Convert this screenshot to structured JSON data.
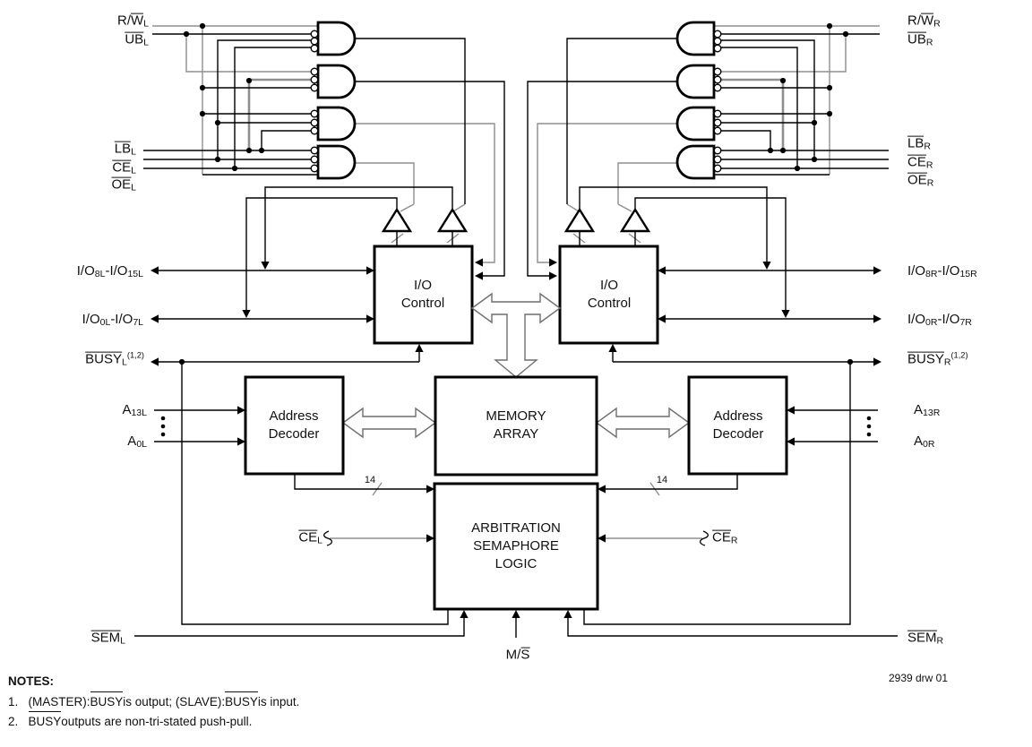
{
  "colors": {
    "line": "#000000",
    "gray_line": "#8f8f8f",
    "hollow_arrow_outline": "#6e6e6e",
    "background": "#ffffff"
  },
  "blocks": {
    "io_control_left": [
      "I/O",
      "Control"
    ],
    "io_control_right": [
      "I/O",
      "Control"
    ],
    "memory_array": [
      "MEMORY",
      "ARRAY"
    ],
    "address_decoder_left": [
      "Address",
      "Decoder"
    ],
    "address_decoder_right": [
      "Address",
      "Decoder"
    ],
    "arbitration": [
      "ARBITRATION",
      "SEMAPHORE",
      "LOGIC"
    ]
  },
  "pins": {
    "rw_l": [
      [
        "R/",
        "n"
      ],
      [
        "W",
        "o"
      ],
      [
        "L",
        "s"
      ]
    ],
    "ub_l": [
      [
        "UB",
        "o"
      ],
      [
        "L",
        "s"
      ]
    ],
    "lb_l": [
      [
        "LB",
        "o"
      ],
      [
        "L",
        "s"
      ]
    ],
    "ce_l": [
      [
        "CE",
        "o"
      ],
      [
        "L",
        "s"
      ]
    ],
    "oe_l": [
      [
        "OE",
        "o"
      ],
      [
        "L",
        "s"
      ]
    ],
    "io_hi_l": [
      [
        "I/O",
        "n"
      ],
      [
        "8L",
        "s"
      ],
      [
        "-I/O",
        "n"
      ],
      [
        "15L",
        "s"
      ]
    ],
    "io_lo_l": [
      [
        "I/O",
        "n"
      ],
      [
        "0L",
        "s"
      ],
      [
        "-I/O",
        "n"
      ],
      [
        "7L",
        "s"
      ]
    ],
    "busy_l": [
      [
        "BUSY",
        "o"
      ],
      [
        "L",
        "s"
      ],
      [
        "(1,2)",
        "p"
      ]
    ],
    "a13_l": [
      [
        "A",
        "n"
      ],
      [
        "13L",
        "s"
      ]
    ],
    "a0_l": [
      [
        "A",
        "n"
      ],
      [
        "0L",
        "s"
      ]
    ],
    "ce_arb_l": [
      [
        "CE",
        "o"
      ],
      [
        "L",
        "s"
      ]
    ],
    "sem_l": [
      [
        "SEM",
        "o"
      ],
      [
        "L",
        "s"
      ]
    ],
    "rw_r": [
      [
        "R/",
        "n"
      ],
      [
        "W",
        "o"
      ],
      [
        "R",
        "s"
      ]
    ],
    "ub_r": [
      [
        "UB",
        "o"
      ],
      [
        "R",
        "s"
      ]
    ],
    "lb_r": [
      [
        "LB",
        "o"
      ],
      [
        "R",
        "s"
      ]
    ],
    "ce_r": [
      [
        "CE",
        "o"
      ],
      [
        "R",
        "s"
      ]
    ],
    "oe_r": [
      [
        "OE",
        "o"
      ],
      [
        "R",
        "s"
      ]
    ],
    "io_hi_r": [
      [
        "I/O",
        "n"
      ],
      [
        "8R",
        "s"
      ],
      [
        "-I/O",
        "n"
      ],
      [
        "15R",
        "s"
      ]
    ],
    "io_lo_r": [
      [
        "I/O",
        "n"
      ],
      [
        "0R",
        "s"
      ],
      [
        "-I/O",
        "n"
      ],
      [
        "7R",
        "s"
      ]
    ],
    "busy_r": [
      [
        "BUSY",
        "o"
      ],
      [
        "R",
        "s"
      ],
      [
        "(1,2)",
        "p"
      ]
    ],
    "a13_r": [
      [
        "A",
        "n"
      ],
      [
        "13R",
        "s"
      ]
    ],
    "a0_r": [
      [
        "A",
        "n"
      ],
      [
        "0R",
        "s"
      ]
    ],
    "ce_arb_r": [
      [
        "CE",
        "o"
      ],
      [
        "R",
        "s"
      ]
    ],
    "sem_r": [
      [
        "SEM",
        "o"
      ],
      [
        "R",
        "s"
      ]
    ],
    "ms": [
      [
        "M/",
        "n"
      ],
      [
        "S",
        "o"
      ]
    ]
  },
  "bus_width_label": "14",
  "drawing_number": "2939 drw 01",
  "notes": {
    "heading": "NOTES:",
    "item1": [
      [
        "1.   (MASTER): ",
        "n"
      ],
      [
        "BUSY",
        "o"
      ],
      [
        " is output; (SLAVE): ",
        "n"
      ],
      [
        "BUSY",
        "o"
      ],
      [
        " is input.",
        "n"
      ]
    ],
    "item2": [
      [
        "2.   ",
        "n"
      ],
      [
        "BUSY",
        "o"
      ],
      [
        " outputs are non-tri-stated push-pull.",
        "n"
      ]
    ]
  }
}
